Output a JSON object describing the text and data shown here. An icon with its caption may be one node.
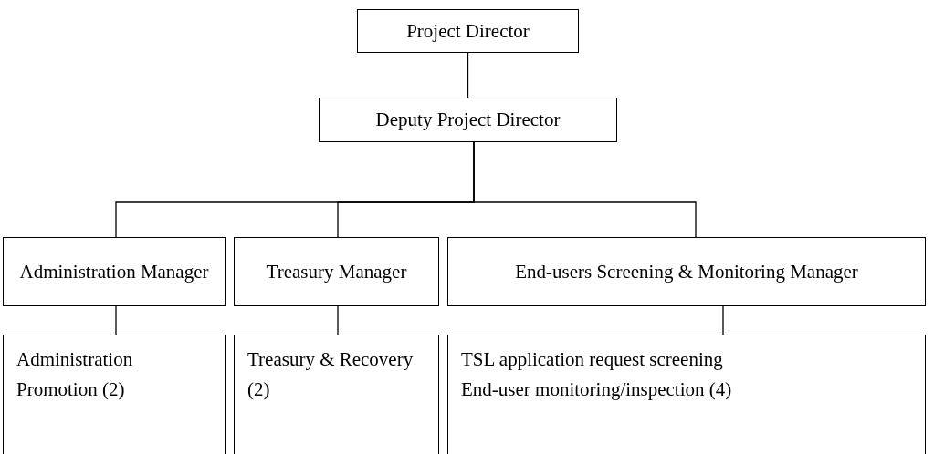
{
  "diagram": {
    "nodes": [
      {
        "text": [
          "Project Director"
        ]
      },
      {
        "text": [
          "Deputy Project Director"
        ]
      },
      {
        "text": [
          "Administration Manager"
        ]
      },
      {
        "text": [
          "Treasury Manager"
        ]
      },
      {
        "text": [
          "End-users Screening & Monitoring Manager"
        ]
      },
      {
        "text": [
          "Administration Promotion (2)"
        ]
      },
      {
        "text": [
          "Treasury & Recovery (2)"
        ]
      },
      {
        "text": [
          "TSL application request screening",
          "End-user monitoring/inspection (4)"
        ]
      }
    ],
    "edges": [
      {
        "from": 0,
        "to": 1,
        "arrow": "none"
      },
      {
        "from": 1,
        "to": 2,
        "arrow": "none"
      },
      {
        "from": 1,
        "to": 3,
        "arrow": "none"
      },
      {
        "from": 1,
        "to": 4,
        "arrow": "none"
      },
      {
        "from": 2,
        "to": 5,
        "arrow": "none"
      },
      {
        "from": 3,
        "to": 6,
        "arrow": "none"
      },
      {
        "from": 4,
        "to": 7,
        "arrow": "none"
      }
    ]
  }
}
